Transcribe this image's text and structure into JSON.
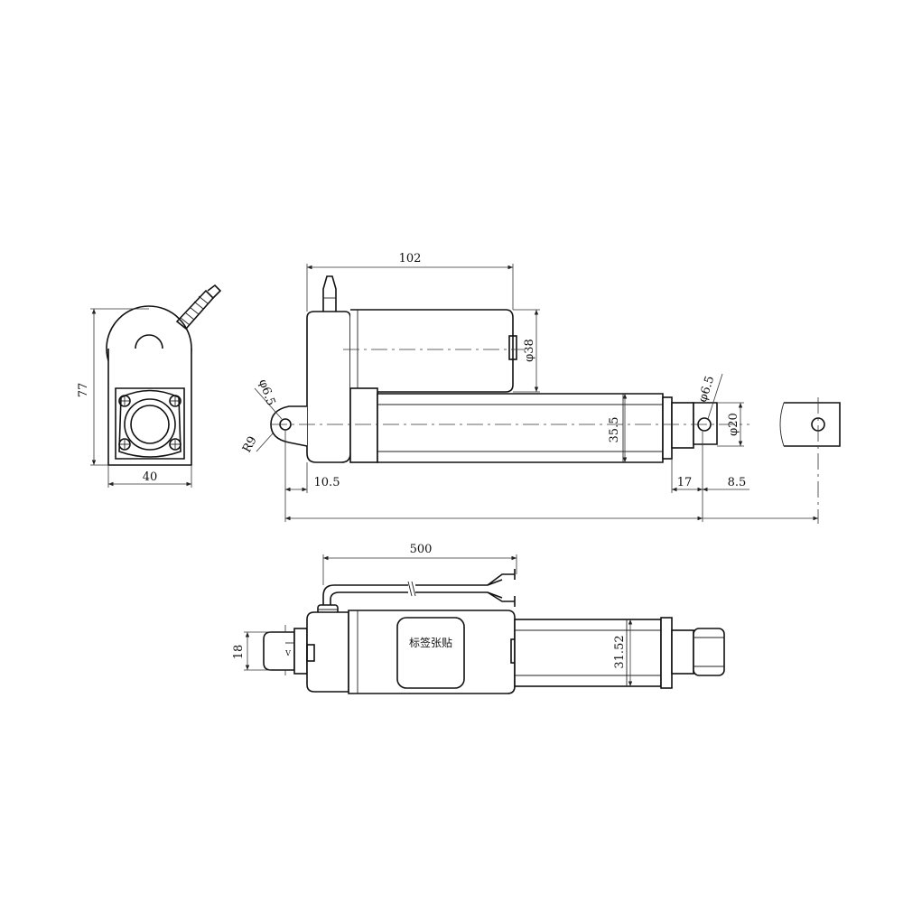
{
  "dimensions": {
    "end_height": "77",
    "end_width": "40",
    "body_length": "102",
    "motor_dia": "φ38",
    "hole_dia_rear": "φ6.5",
    "rear_radius": "R9",
    "tube_dia": "35.5",
    "hole_dia_front": "φ6.5",
    "rod_dia": "φ20",
    "rear_offset": "10.5",
    "front_offset": "17",
    "front_end": "8.5",
    "cable_length": "500",
    "width_18": "18",
    "tube_width": "31.52"
  },
  "label_text": "标签张贴"
}
